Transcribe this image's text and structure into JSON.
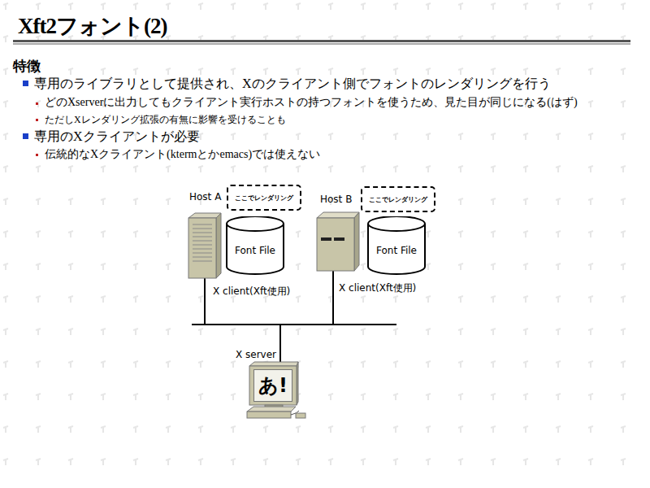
{
  "diagram": {
    "title": "Xft2フォント(2)",
    "nodes": [
      {
        "text": [
          "ここでレンダリング"
        ]
      },
      {
        "text": [
          "ここでレンダリング"
        ]
      },
      {
        "text": [
          "Font File"
        ]
      },
      {
        "text": [
          "Font File"
        ]
      },
      {
        "text": [
          "あ!"
        ]
      }
    ],
    "labels": [
      "特徴",
      "専用のライブラリとして提供され、Xのクライアント側でフォントのレンダリングを行う",
      "どのXserverに出力してもクライアント実行ホストの持つフォントを使うため、見た目が同じになる(はず)",
      "ただしXレンダリング拡張の有無に影響を受けることも",
      "専用のXクライアントが必要",
      "伝統的なXクライアント(ktermとかemacs)では使えない",
      "Host A",
      "Host B",
      "X client(Xft使用)",
      "X client(Xft使用)",
      "X server"
    ]
  }
}
